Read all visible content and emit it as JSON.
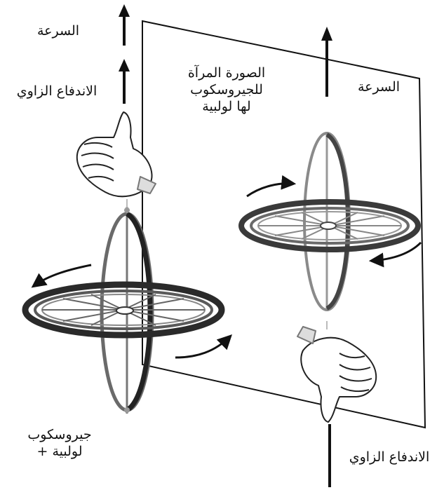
{
  "labels": {
    "speed_left": "السرعة",
    "angular_momentum_left": "الاندفاع الزاوي",
    "mirror_line1": "الصورة المرآة",
    "mirror_line2": "للجيروسكوب",
    "mirror_line3": "لها لولبية",
    "speed_right": "السرعة",
    "gyro_line1": "جيروسكوب",
    "gyro_line2": "لولبية +",
    "angular_momentum_right": "الاندفاع الزاوي"
  },
  "colors": {
    "ink": "#111111",
    "ring_dark": "#2a2a2a",
    "ring_mid": "#6a6a6a",
    "ring_light": "#9a9a9a",
    "mirror_fill": "#ffffff"
  },
  "icons": [
    "hand-thumb-up-icon",
    "hand-thumb-down-icon",
    "rotation-arrow-icon"
  ]
}
